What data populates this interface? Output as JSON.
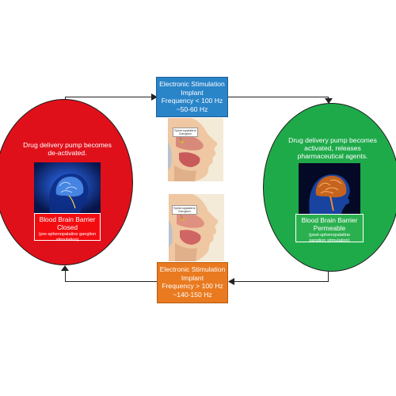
{
  "stim_top": {
    "title": "Electronic Stimulation",
    "title2": "Implant",
    "freq": "Frequency < 100 Hz",
    "range": "~50-60 Hz"
  },
  "stim_bottom": {
    "title": "Electronic Stimulation",
    "title2": "Implant",
    "freq": "Frequency > 100 Hz",
    "range": "~140-150 Hz"
  },
  "left": {
    "line1": "Drug delivery pump becomes",
    "line2": "de-activated.",
    "bbb_title": "Blood Brain Barrier",
    "bbb_state": "Closed",
    "bbb_sub1": "(pre-sphenopalatine ganglion",
    "bbb_sub2": "stimulation)"
  },
  "right": {
    "line1": "Drug delivery pump becomes",
    "line2": "activated, releases",
    "line3": "pharmaceutical agents.",
    "bbb_title": "Blood Brain Barrier",
    "bbb_state": "Permeable",
    "bbb_sub1": "(post-sphenopalatine",
    "bbb_sub2": "ganglion stimulation)"
  },
  "anatomy_top": {
    "tag1": "Sphenopalatine",
    "tag2": "Ganglion"
  },
  "anatomy_bottom": {
    "tag1": "Sphenopalatine",
    "tag2": "Ganglion"
  },
  "colors": {
    "left_circle": "#e0101a",
    "right_circle": "#1faa4a",
    "stim_top": "#2a84c8",
    "stim_bottom": "#e97a20"
  },
  "icons": [
    "brain-scan-image",
    "head-anatomy-image",
    "arrow-right-icon",
    "arrow-up-icon",
    "arrow-down-icon",
    "arrow-left-icon"
  ]
}
